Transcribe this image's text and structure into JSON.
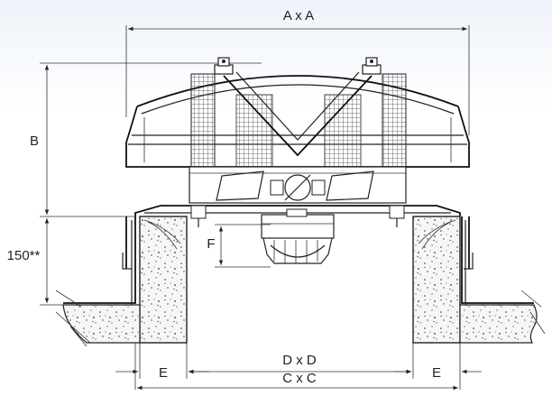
{
  "diagram": {
    "labels": {
      "axa": "A x A",
      "b": "B",
      "h150": "150**",
      "f": "F",
      "e_left": "E",
      "e_right": "E",
      "dxd": "D x D",
      "cxc": "C x C"
    },
    "colors": {
      "line": "#222222",
      "concrete": "#f4f4f4",
      "mesh": "#555555"
    }
  }
}
